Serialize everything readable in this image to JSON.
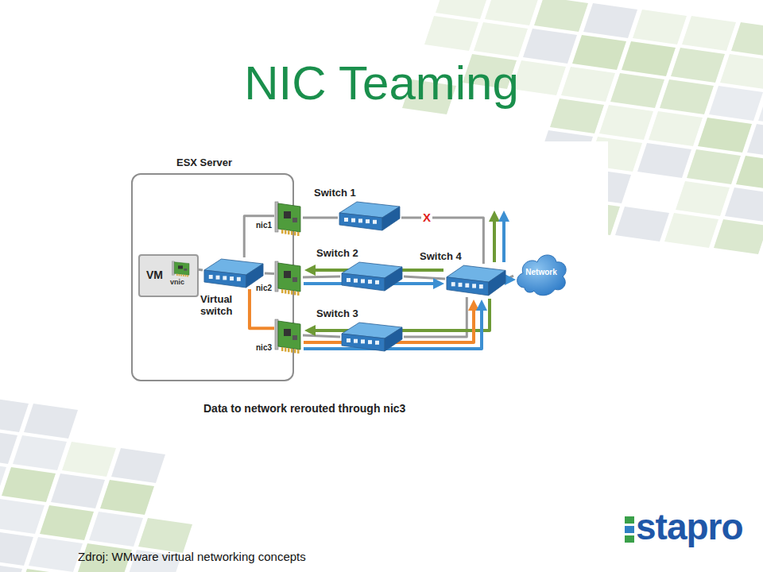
{
  "diagram": {
    "title": "NIC Teaming",
    "caption": "Data to network rerouted through nic3",
    "nodes": [
      {
        "text": [
          "ESX Server"
        ]
      },
      {
        "text": [
          "VM"
        ],
        "in": 0
      },
      {
        "text": [
          "vnic"
        ],
        "in": 1
      },
      {
        "text": [
          "Virtual switch"
        ],
        "in": 0
      },
      {
        "text": [
          "nic1"
        ],
        "in": 0
      },
      {
        "text": [
          "nic2"
        ],
        "in": 0
      },
      {
        "text": [
          "nic3"
        ],
        "in": 0
      },
      {
        "text": [
          "Switch 1"
        ]
      },
      {
        "text": [
          "Switch 2"
        ]
      },
      {
        "text": [
          "Switch 3"
        ]
      },
      {
        "text": [
          "Switch 4"
        ]
      },
      {
        "text": [
          "Network"
        ]
      }
    ],
    "edges": [
      {
        "from": 2,
        "to": 3,
        "arrow": "none"
      },
      {
        "from": 3,
        "to": 4,
        "arrow": "none"
      },
      {
        "from": 3,
        "to": 5,
        "arrow": "none"
      },
      {
        "from": 3,
        "to": 6,
        "arrow": "none"
      },
      {
        "from": 4,
        "to": 7,
        "arrow": "none"
      },
      {
        "from": 5,
        "to": 8,
        "arrow": "none"
      },
      {
        "from": 6,
        "to": 9,
        "arrow": "none"
      },
      {
        "from": 7,
        "to": 10,
        "label": "X",
        "arrow": "none"
      },
      {
        "from": 8,
        "to": 10,
        "arrow": "none"
      },
      {
        "from": 9,
        "to": 10,
        "arrow": "none"
      },
      {
        "from": 10,
        "to": 11,
        "arrow": "none"
      }
    ],
    "labels": [
      "Zdroj: WMware virtual networking concepts",
      "stapro"
    ]
  }
}
